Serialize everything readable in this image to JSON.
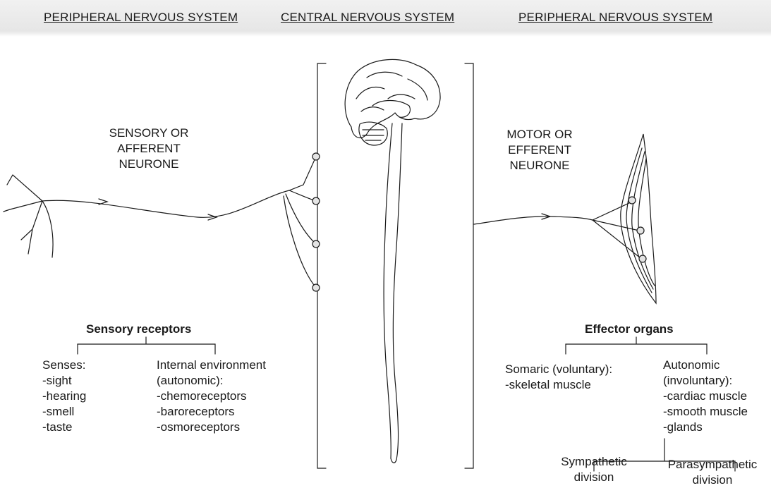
{
  "headers": {
    "pns_left": "PERIPHERAL NERVOUS SYSTEM",
    "cns": "CENTRAL NERVOUS SYSTEM",
    "pns_right": "PERIPHERAL NERVOUS SYSTEM"
  },
  "sensory_neurone": {
    "line1": "SENSORY OR",
    "line2": "AFFERENT",
    "line3": "NEURONE"
  },
  "motor_neurone": {
    "line1": "MOTOR OR",
    "line2": "EFFERENT",
    "line3": "NEURONE"
  },
  "sensory_receptors": {
    "title": "Sensory receptors",
    "senses": {
      "heading": "Senses:",
      "items": [
        "-sight",
        "-hearing",
        "-smell",
        "-taste"
      ]
    },
    "internal": {
      "heading_line1": "Internal environment",
      "heading_line2": "(autonomic):",
      "items": [
        "-chemoreceptors",
        "-baroreceptors",
        "-osmoreceptors"
      ]
    }
  },
  "effector_organs": {
    "title": "Effector organs",
    "somatic": {
      "heading": "Somaric (voluntary):",
      "items": [
        "-skeletal muscle"
      ]
    },
    "autonomic": {
      "heading_line1": "Autonomic",
      "heading_line2": "(involuntary):",
      "items": [
        "-cardiac muscle",
        "-smooth muscle",
        "-glands"
      ]
    },
    "divisions": {
      "sympathetic_line1": "Sympathetic",
      "sympathetic_line2": "division",
      "parasympathetic_line1": "Parasympathetic",
      "parasympathetic_line2": "division"
    }
  },
  "colors": {
    "ink": "#1a1a1a",
    "node_fill": "#e4e4e4",
    "header_band": "#ececec"
  }
}
